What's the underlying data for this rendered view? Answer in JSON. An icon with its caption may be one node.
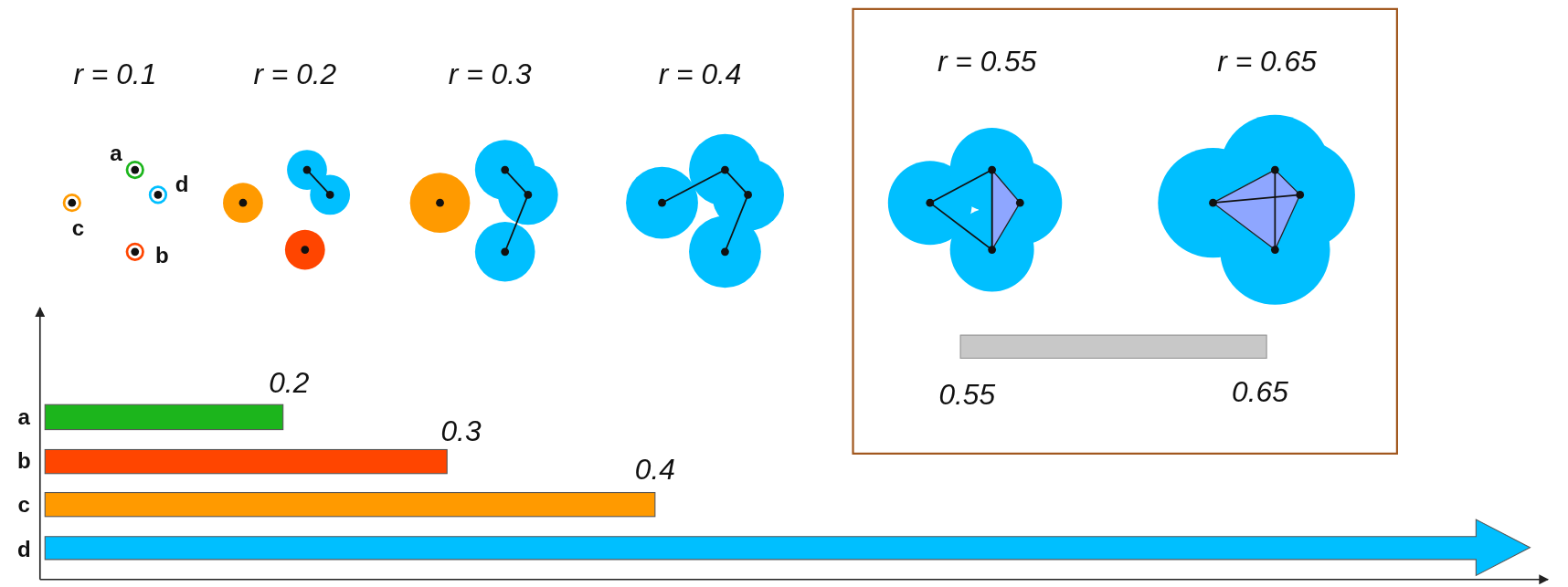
{
  "diagram": {
    "nodes": [
      {
        "text": [
          "r = 0.55",
          "r = 0.65",
          "0.55",
          "0.65"
        ]
      },
      {
        "text": [],
        "shape": "bar",
        "in": 0
      }
    ],
    "edges": [],
    "labels": [
      "r = 0.1",
      "r = 0.2",
      "r = 0.3",
      "r = 0.4",
      "a",
      "d",
      "c",
      "b",
      "0.2",
      "a",
      "0.3",
      "b",
      "0.4",
      "c",
      "d"
    ]
  }
}
